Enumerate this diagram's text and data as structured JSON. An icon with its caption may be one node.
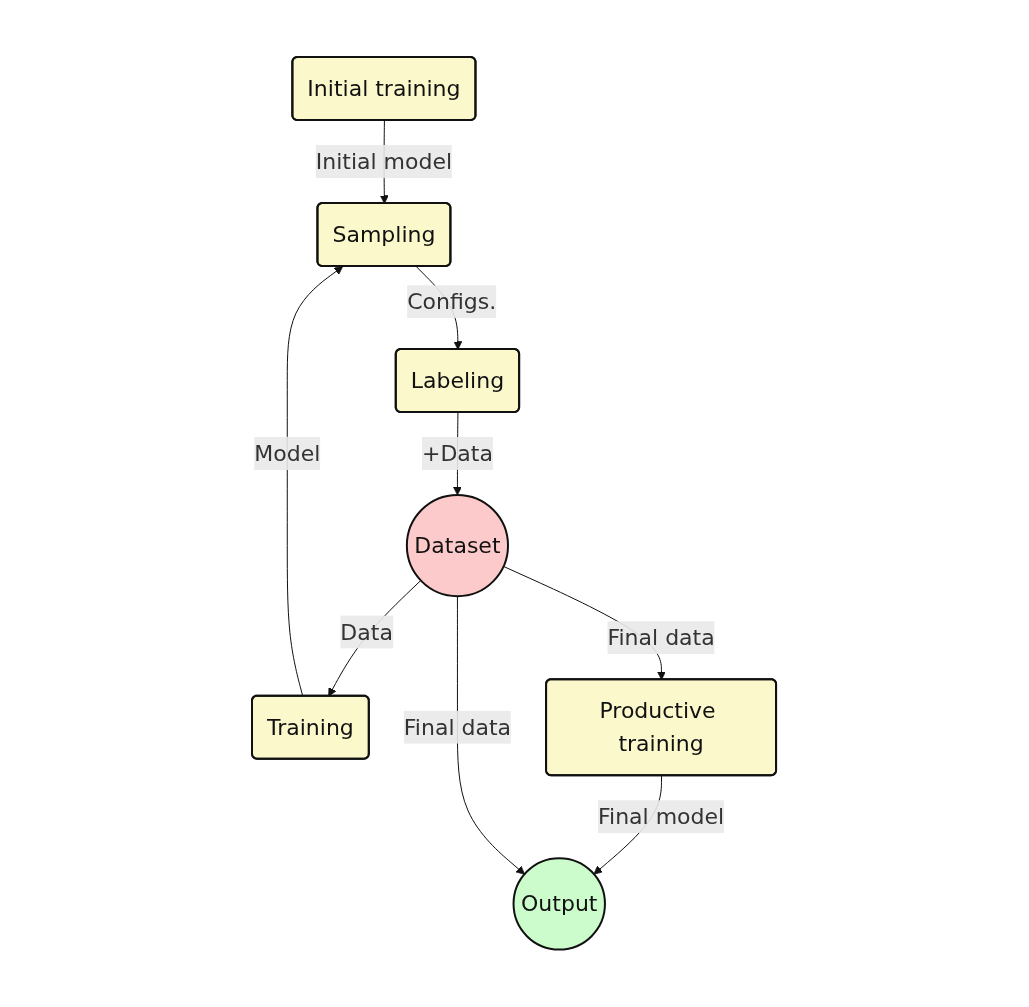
{
  "diagram": {
    "nodes": [
      {
        "text": [
          "Initial training"
        ]
      },
      {
        "text": [
          "Sampling"
        ]
      },
      {
        "text": [
          "Labeling"
        ]
      },
      {
        "text": [
          "Dataset"
        ]
      },
      {
        "text": [
          "Training"
        ]
      },
      {
        "text": [
          "Productive training"
        ]
      },
      {
        "text": [
          "Output"
        ]
      }
    ],
    "edges": [
      {
        "from": 0,
        "to": 1,
        "arrow": "to",
        "label": "Initial model"
      },
      {
        "from": 1,
        "to": 2,
        "arrow": "to",
        "label": "Configs."
      },
      {
        "from": 2,
        "to": 3,
        "arrow": "to",
        "label": "+Data"
      },
      {
        "from": 3,
        "to": 4,
        "arrow": "to",
        "label": "Data"
      },
      {
        "from": 4,
        "to": 1,
        "arrow": "to",
        "label": "Model"
      },
      {
        "from": 3,
        "to": 5,
        "arrow": "to",
        "label": "Final data"
      },
      {
        "from": 5,
        "to": 6,
        "arrow": "to",
        "label": "Final model"
      },
      {
        "from": 3,
        "to": 6,
        "arrow": "to",
        "label": "Final data"
      }
    ]
  }
}
